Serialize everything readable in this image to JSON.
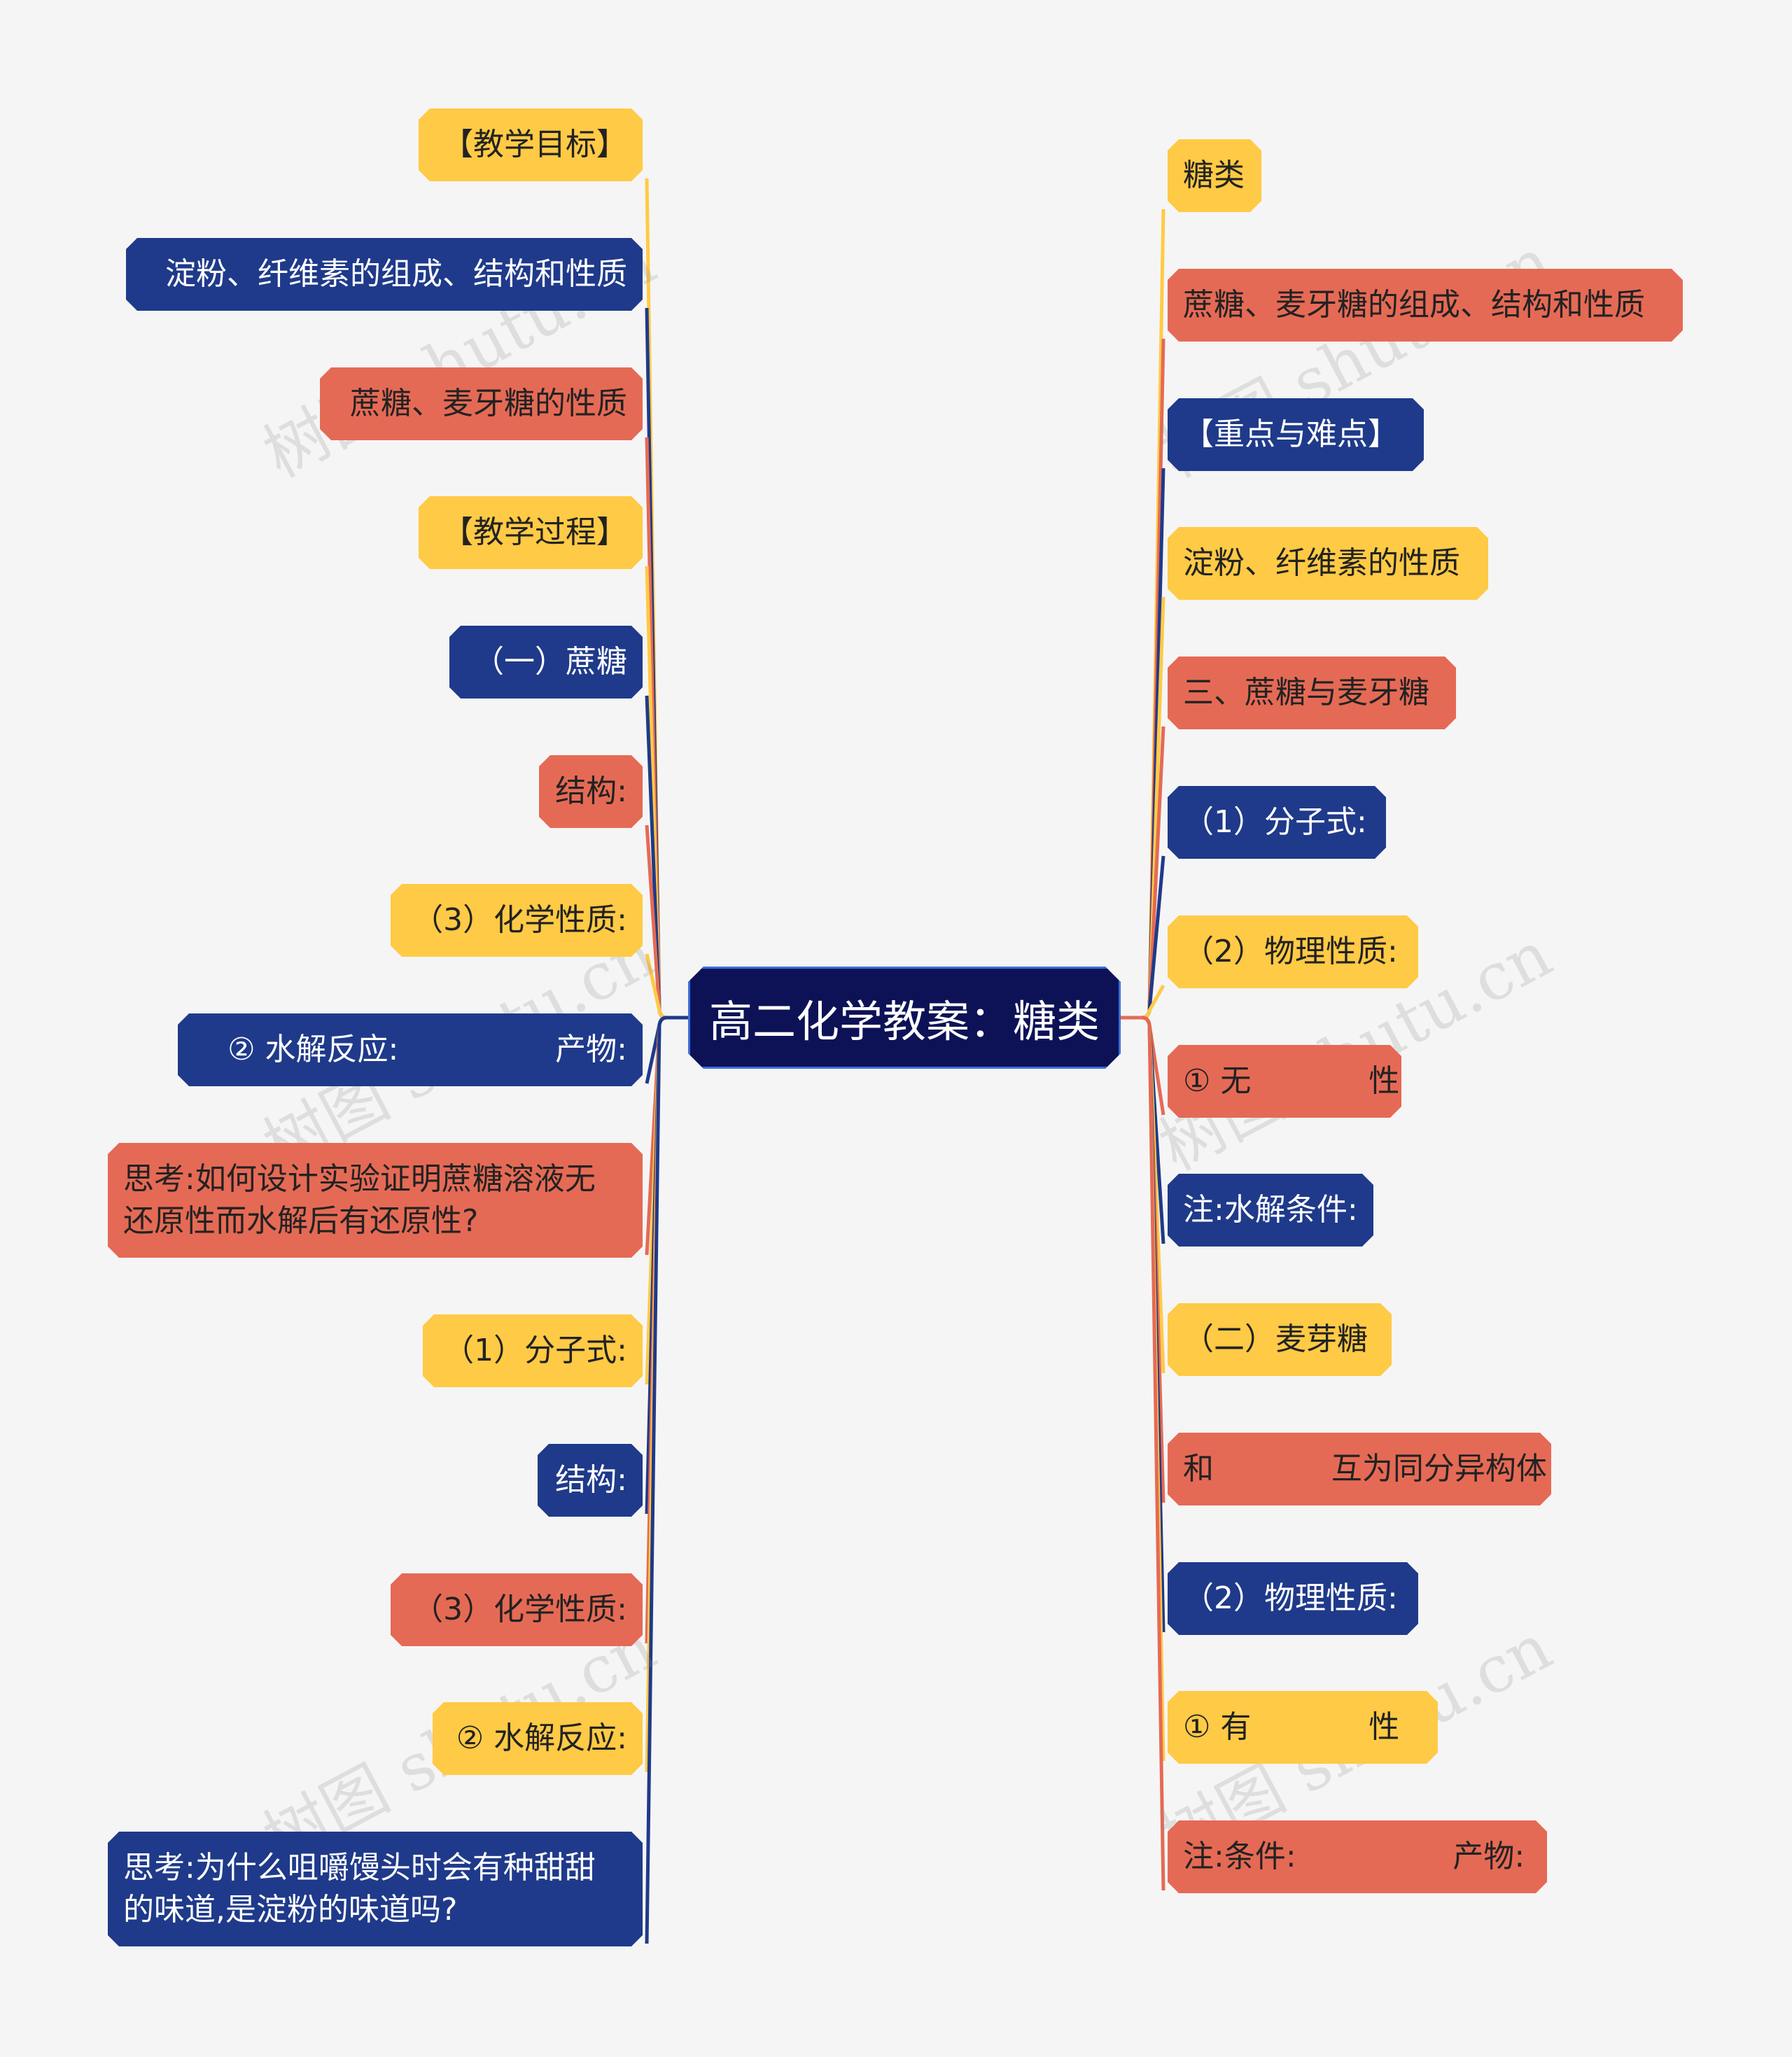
{
  "root": {
    "label": "高二化学教案：糖类"
  },
  "watermark": "树图 shutu.cn",
  "colors": {
    "yellow": "#ffca45",
    "red": "#e56a55",
    "blue": "#1f3a8a",
    "root": "#0d1257"
  },
  "left_nodes": [
    {
      "label": "【教学目标】",
      "color": "yellow"
    },
    {
      "label": "淀粉、纤维素的组成、结构和性质",
      "color": "blue"
    },
    {
      "label": "蔗糖、麦牙糖的性质",
      "color": "red"
    },
    {
      "label": "【教学过程】",
      "color": "yellow"
    },
    {
      "label": "（一）蔗糖",
      "color": "blue"
    },
    {
      "label": "结构:",
      "color": "red"
    },
    {
      "label": "（3）化学性质:",
      "color": "yellow"
    },
    {
      "label": "② 水解反应:                产物:",
      "color": "blue"
    },
    {
      "label": "思考:如何设计实验证明蔗糖溶液无\n还原性而水解后有还原性?",
      "color": "red"
    },
    {
      "label": "（1）分子式:",
      "color": "yellow"
    },
    {
      "label": "结构:",
      "color": "blue"
    },
    {
      "label": "（3）化学性质:",
      "color": "red"
    },
    {
      "label": "② 水解反应:",
      "color": "yellow"
    },
    {
      "label": "思考:为什么咀嚼馒头时会有种甜甜\n的味道,是淀粉的味道吗?",
      "color": "blue"
    }
  ],
  "right_nodes": [
    {
      "label": "糖类",
      "color": "yellow"
    },
    {
      "label": "蔗糖、麦牙糖的组成、结构和性质",
      "color": "red"
    },
    {
      "label": "【重点与难点】",
      "color": "blue"
    },
    {
      "label": "淀粉、纤维素的性质",
      "color": "yellow"
    },
    {
      "label": "三、蔗糖与麦牙糖",
      "color": "red"
    },
    {
      "label": "（1）分子式:",
      "color": "blue"
    },
    {
      "label": "（2）物理性质:",
      "color": "yellow"
    },
    {
      "label": "① 无            性",
      "color": "red"
    },
    {
      "label": "注:水解条件:",
      "color": "blue"
    },
    {
      "label": "（二）麦芽糖",
      "color": "yellow"
    },
    {
      "label": "和            互为同分异构体",
      "color": "red"
    },
    {
      "label": "（2）物理性质:",
      "color": "blue"
    },
    {
      "label": "① 有            性",
      "color": "yellow"
    },
    {
      "label": "注:条件:                产物:",
      "color": "red"
    }
  ]
}
